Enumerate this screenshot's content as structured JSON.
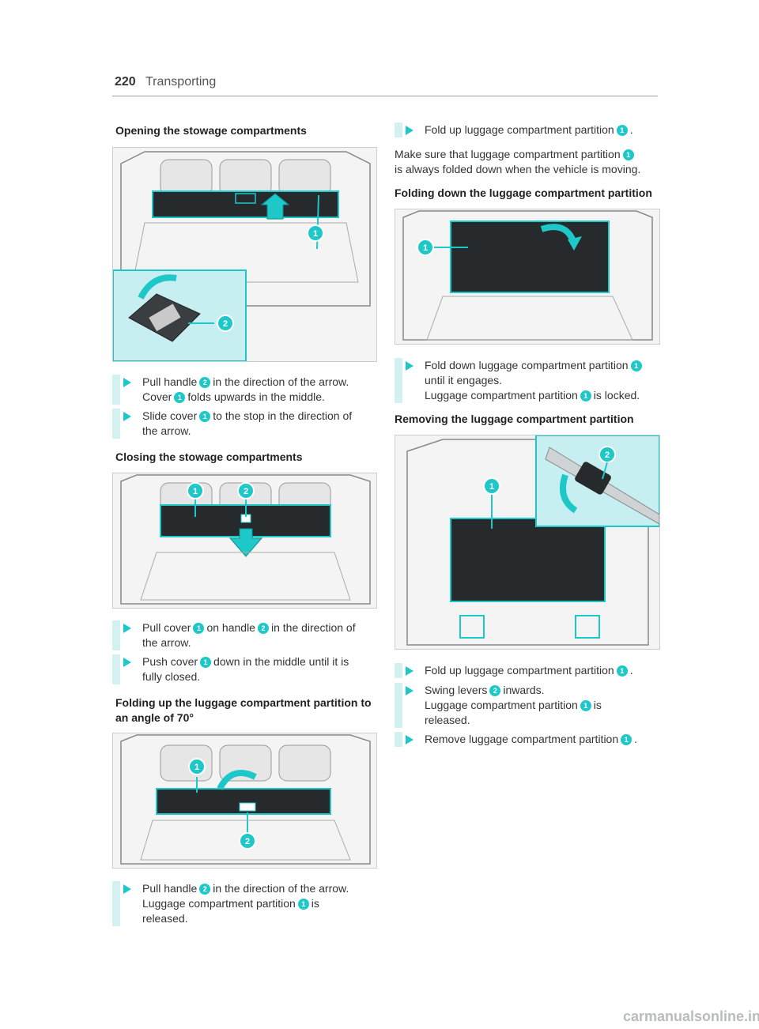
{
  "header": {
    "page_number": "220",
    "chapter": "Transporting"
  },
  "left": {
    "h_open": "Opening the stowage compartments",
    "open_steps": [
      {
        "a": "Pull handle",
        "b1": "2",
        "c": "in the direction of the arrow.",
        "d": "Cover",
        "b2": "1",
        "e": "folds upwards in the middle."
      },
      {
        "a": "Slide cover",
        "b1": "1",
        "c": "to the stop in the direction of",
        "d": "the arrow."
      }
    ],
    "h_close": "Closing the stowage compartments",
    "close_steps": [
      {
        "a": "Pull cover",
        "b1": "1",
        "c": "on handle",
        "b2": "2",
        "d": "in the direction of",
        "e": "the arrow."
      },
      {
        "a": "Push cover",
        "b1": "1",
        "c": "down in the middle until it is",
        "d": "fully closed."
      }
    ],
    "h_fold70_line1": "Folding up the luggage compartment partition to",
    "h_fold70_line2": "an angle of 70°",
    "fold70_steps": [
      {
        "a": "Pull handle",
        "b1": "2",
        "c": "in the direction of the arrow.",
        "d": "Luggage compartment partition",
        "b2": "1",
        "e": "is",
        "f": "released."
      }
    ]
  },
  "right": {
    "step_foldup": {
      "a": "Fold up luggage compartment partition",
      "b1": "1",
      "c": "."
    },
    "note_line1_a": "Make sure that luggage compartment partition",
    "note_b": "1",
    "note_line2": "is always folded down when the vehicle is moving.",
    "h_folddown": "Folding down the luggage compartment partition",
    "folddown_step": {
      "a": "Fold down luggage compartment partition",
      "b1": "1",
      "c": "until it engages.",
      "d": "Luggage compartment partition",
      "b2": "1",
      "e": "is locked."
    },
    "h_remove": "Removing the luggage compartment partition",
    "remove_steps": [
      {
        "a": "Fold up luggage compartment partition",
        "b1": "1",
        "c": "."
      },
      {
        "a": "Swing levers",
        "b1": "2",
        "c": "inwards.",
        "d": "Luggage compartment partition",
        "b2": "1",
        "e": "is",
        "f": "released."
      },
      {
        "a": "Remove luggage compartment partition",
        "b1": "1",
        "c": "."
      }
    ]
  },
  "figure_labels": {
    "one": "1",
    "two": "2"
  },
  "footer": "carmanualsonline.info",
  "colors": {
    "accent": "#1ec8c8",
    "accent_light": "#d4f1f1",
    "dark_panel": "#262a2c"
  }
}
